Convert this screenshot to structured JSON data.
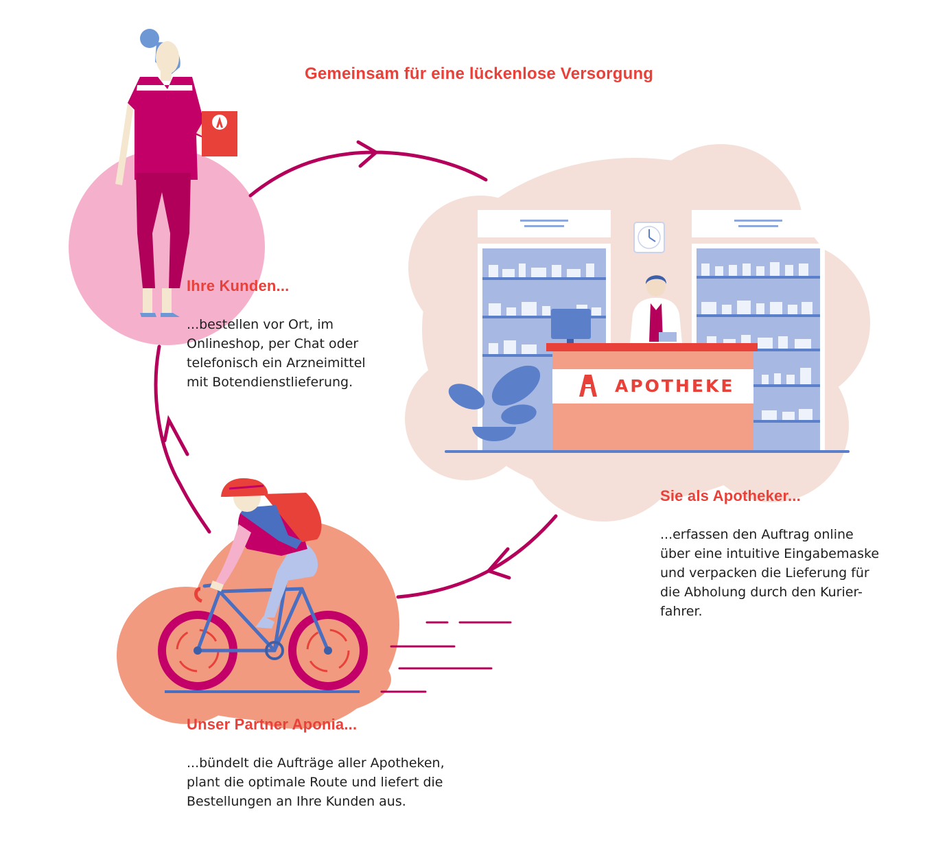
{
  "title": "Gemeinsam für eine lückenlose Versorgung",
  "sign": "APOTHEKE",
  "steps": [
    {
      "heading": "Ihre Kunden...",
      "text": "...bestellen vor Ort, im\nOnlineshop, per Chat oder\ntelefonisch ein Arzneimittel\nmit Botendienstlieferung."
    },
    {
      "heading": "Sie als Apotheker...",
      "text": "...erfassen den Auftrag online\nüber eine intuitive Eingabemaske\nund verpacken die Lieferung für\ndie Abholung durch den Kurier-\nfahrer."
    },
    {
      "heading": "Unser Partner Aponia...",
      "text": "...bündelt die Aufträge aller Apotheken,\nplant die optimale Route und liefert die\nBestellungen an Ihre Kunden aus."
    }
  ],
  "colors": {
    "accent": "#e8413a",
    "cycle": "#b5005b",
    "pink_blob": "#f5b0cc",
    "peach_blob": "#f4e0d8",
    "salmon_blob": "#f29a80",
    "blue": "#5b7fc9"
  },
  "icons": [
    "woman-customer-illustration",
    "pharmacy-counter-illustration",
    "cyclist-courier-illustration",
    "cycle-arrow-icon"
  ]
}
